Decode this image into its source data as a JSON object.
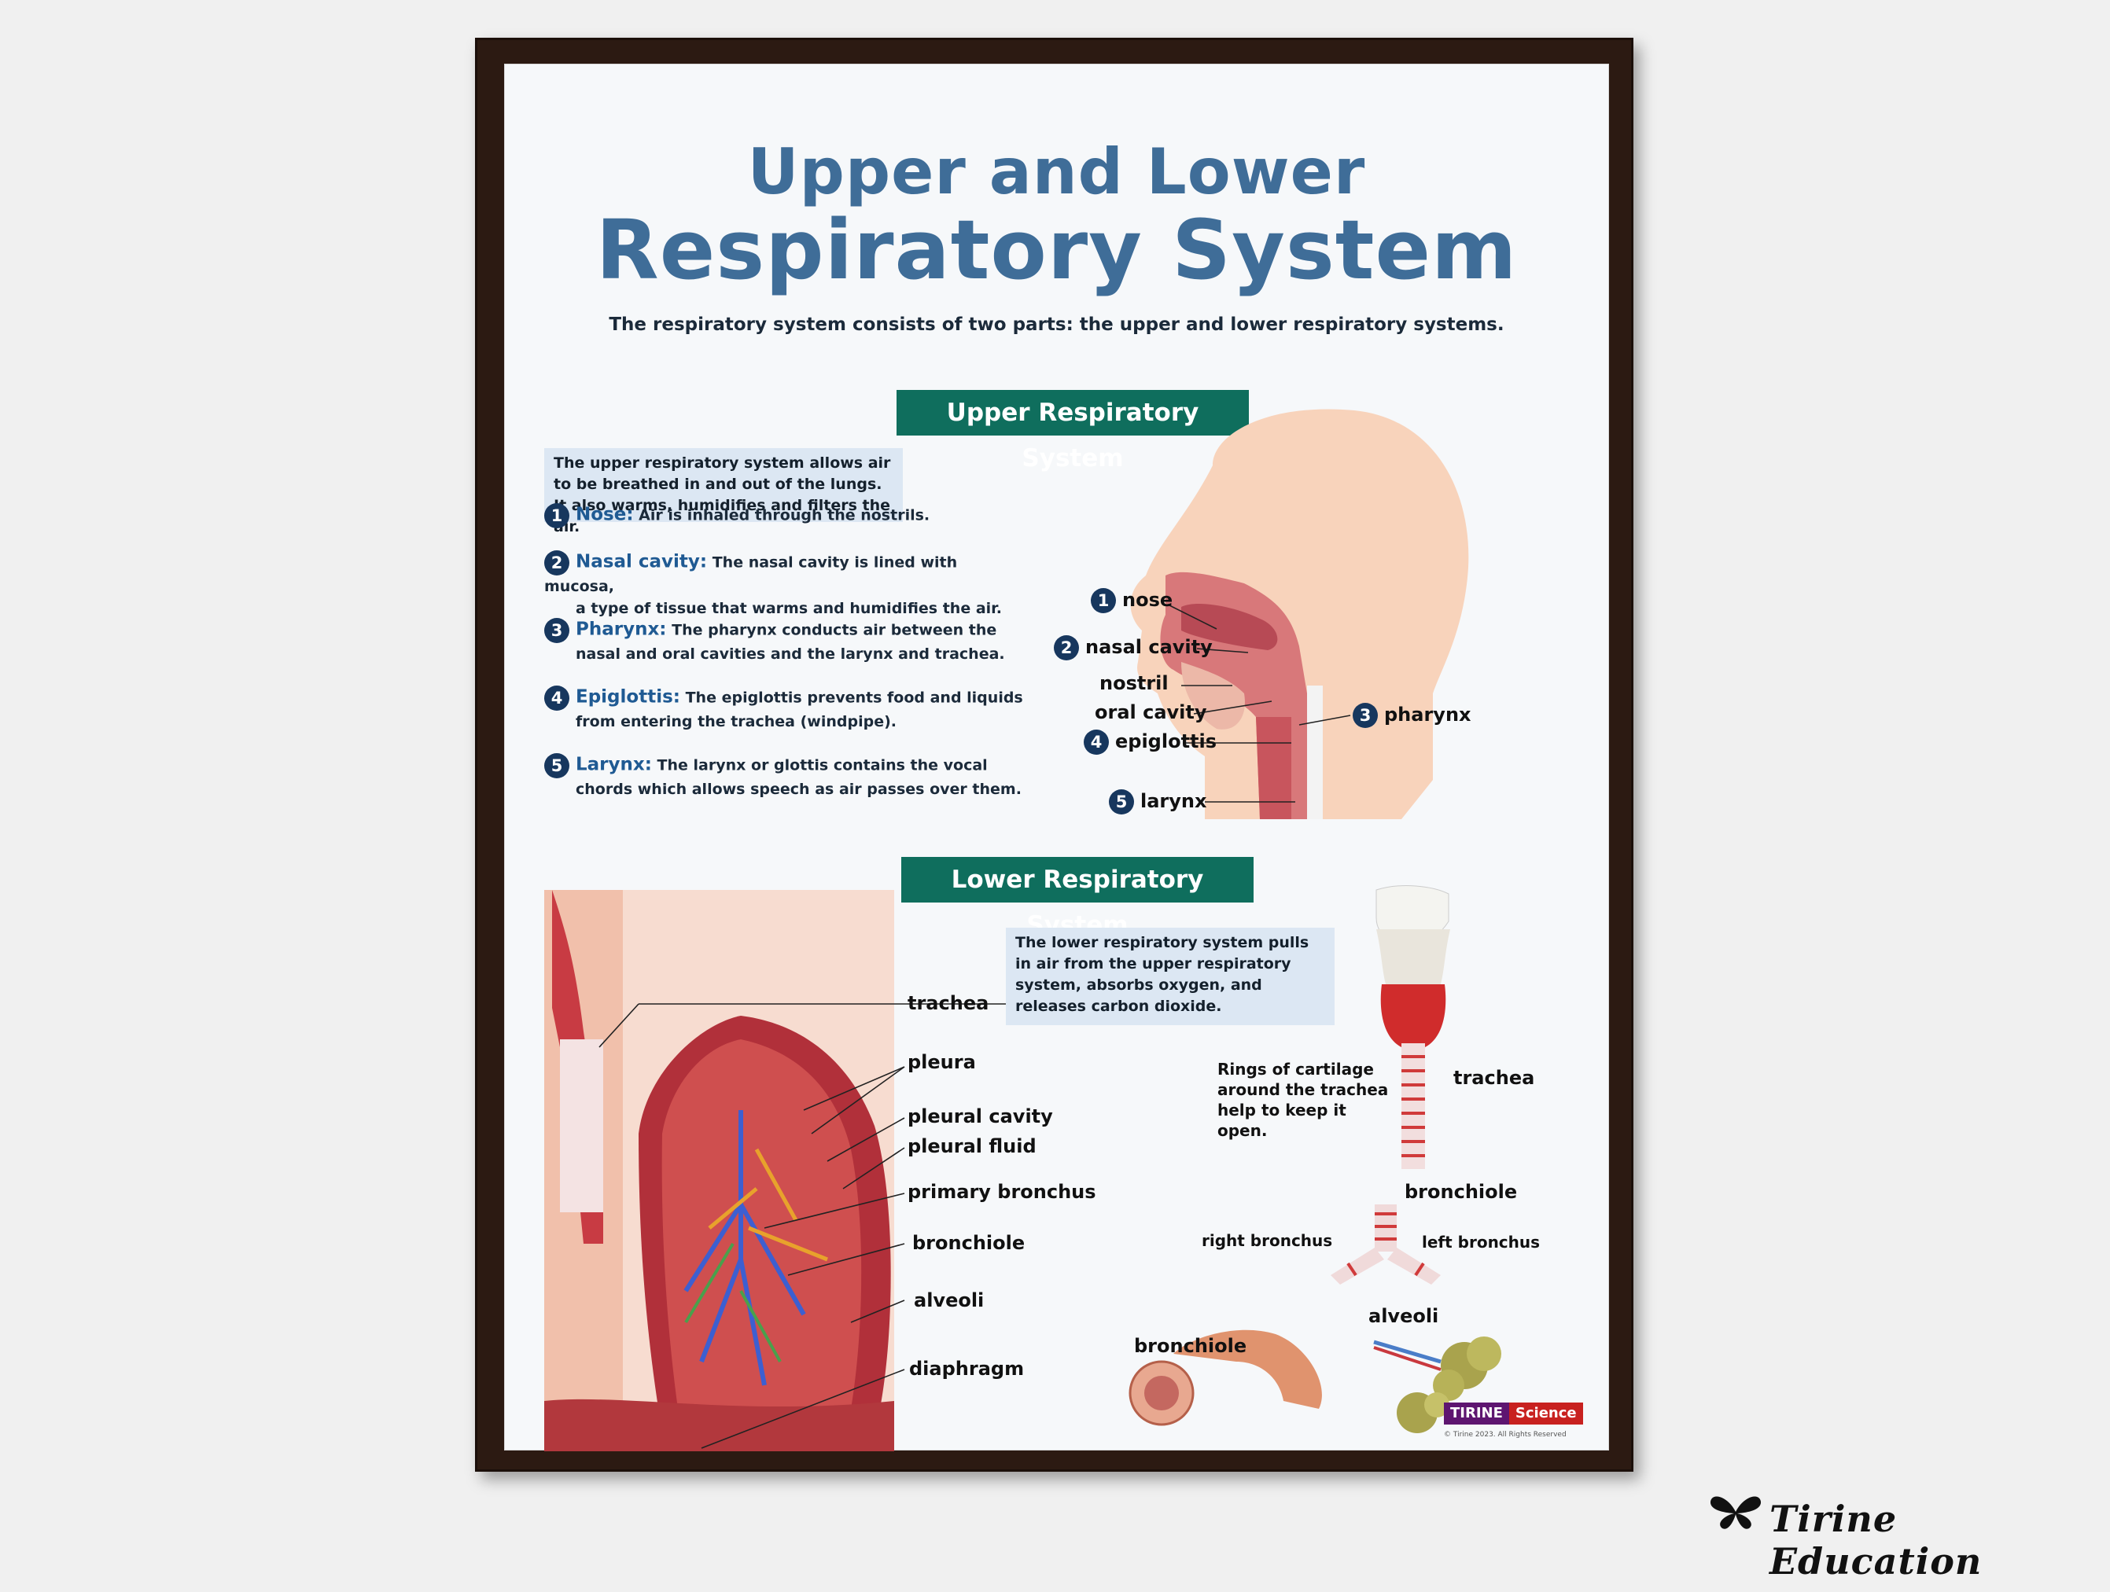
{
  "title_line1": "Upper and Lower",
  "title_line2": "Respiratory System",
  "intro": "The respiratory system consists of two parts: the upper and lower respiratory systems.",
  "upper": {
    "banner": "Upper Respiratory System",
    "info": "The upper respiratory system allows air to be breathed in and out of the lungs. It also warms, humidifies and filters the air.",
    "items": [
      {
        "num": "1",
        "name": "Nose:",
        "text": "Air is inhaled through the nostrils."
      },
      {
        "num": "2",
        "name": "Nasal cavity:",
        "text": "The nasal cavity is lined with mucosa,",
        "text2": "a type of tissue that warms and humidifies the air."
      },
      {
        "num": "3",
        "name": "Pharynx:",
        "text": "The pharynx conducts air between the",
        "text2": "nasal and oral cavities and the larynx and trachea."
      },
      {
        "num": "4",
        "name": "Epiglottis:",
        "text": "The epiglottis prevents food and liquids",
        "text2": "from entering the trachea (windpipe)."
      },
      {
        "num": "5",
        "name": "Larynx:",
        "text": "The larynx or glottis contains the vocal",
        "text2": "chords which allows speech as air passes over them."
      }
    ],
    "diagram_labels": {
      "nose": "nose",
      "nose_num": "1",
      "nasal_cavity": "nasal cavity",
      "nasal_cavity_num": "2",
      "nostril": "nostril",
      "oral_cavity": "oral cavity",
      "epiglottis": "epiglottis",
      "epiglottis_num": "4",
      "larynx": "larynx",
      "larynx_num": "5",
      "pharynx": "pharynx",
      "pharynx_num": "3"
    }
  },
  "lower": {
    "banner": "Lower Respiratory System",
    "info": "The lower respiratory system pulls in air from the upper respiratory system, absorbs oxygen, and releases carbon dioxide.",
    "lung_labels": [
      "trachea",
      "pleura",
      "pleural cavity",
      "pleural fluid",
      "primary bronchus",
      "bronchiole",
      "alveoli",
      "diaphragm"
    ],
    "trachea_note": "Rings of cartilage around the trachea help to keep it open.",
    "trachea_label": "trachea",
    "bronchiole_label": "bronchiole",
    "right_bronchus": "right bronchus",
    "left_bronchus": "left bronchus",
    "bronchiole_label2": "bronchiole",
    "alveoli_label": "alveoli"
  },
  "logo": {
    "left": "TIRINE",
    "right": "Science"
  },
  "copyright": "© Tirine 2023. All Rights Reserved",
  "signature": "Tirine Education"
}
